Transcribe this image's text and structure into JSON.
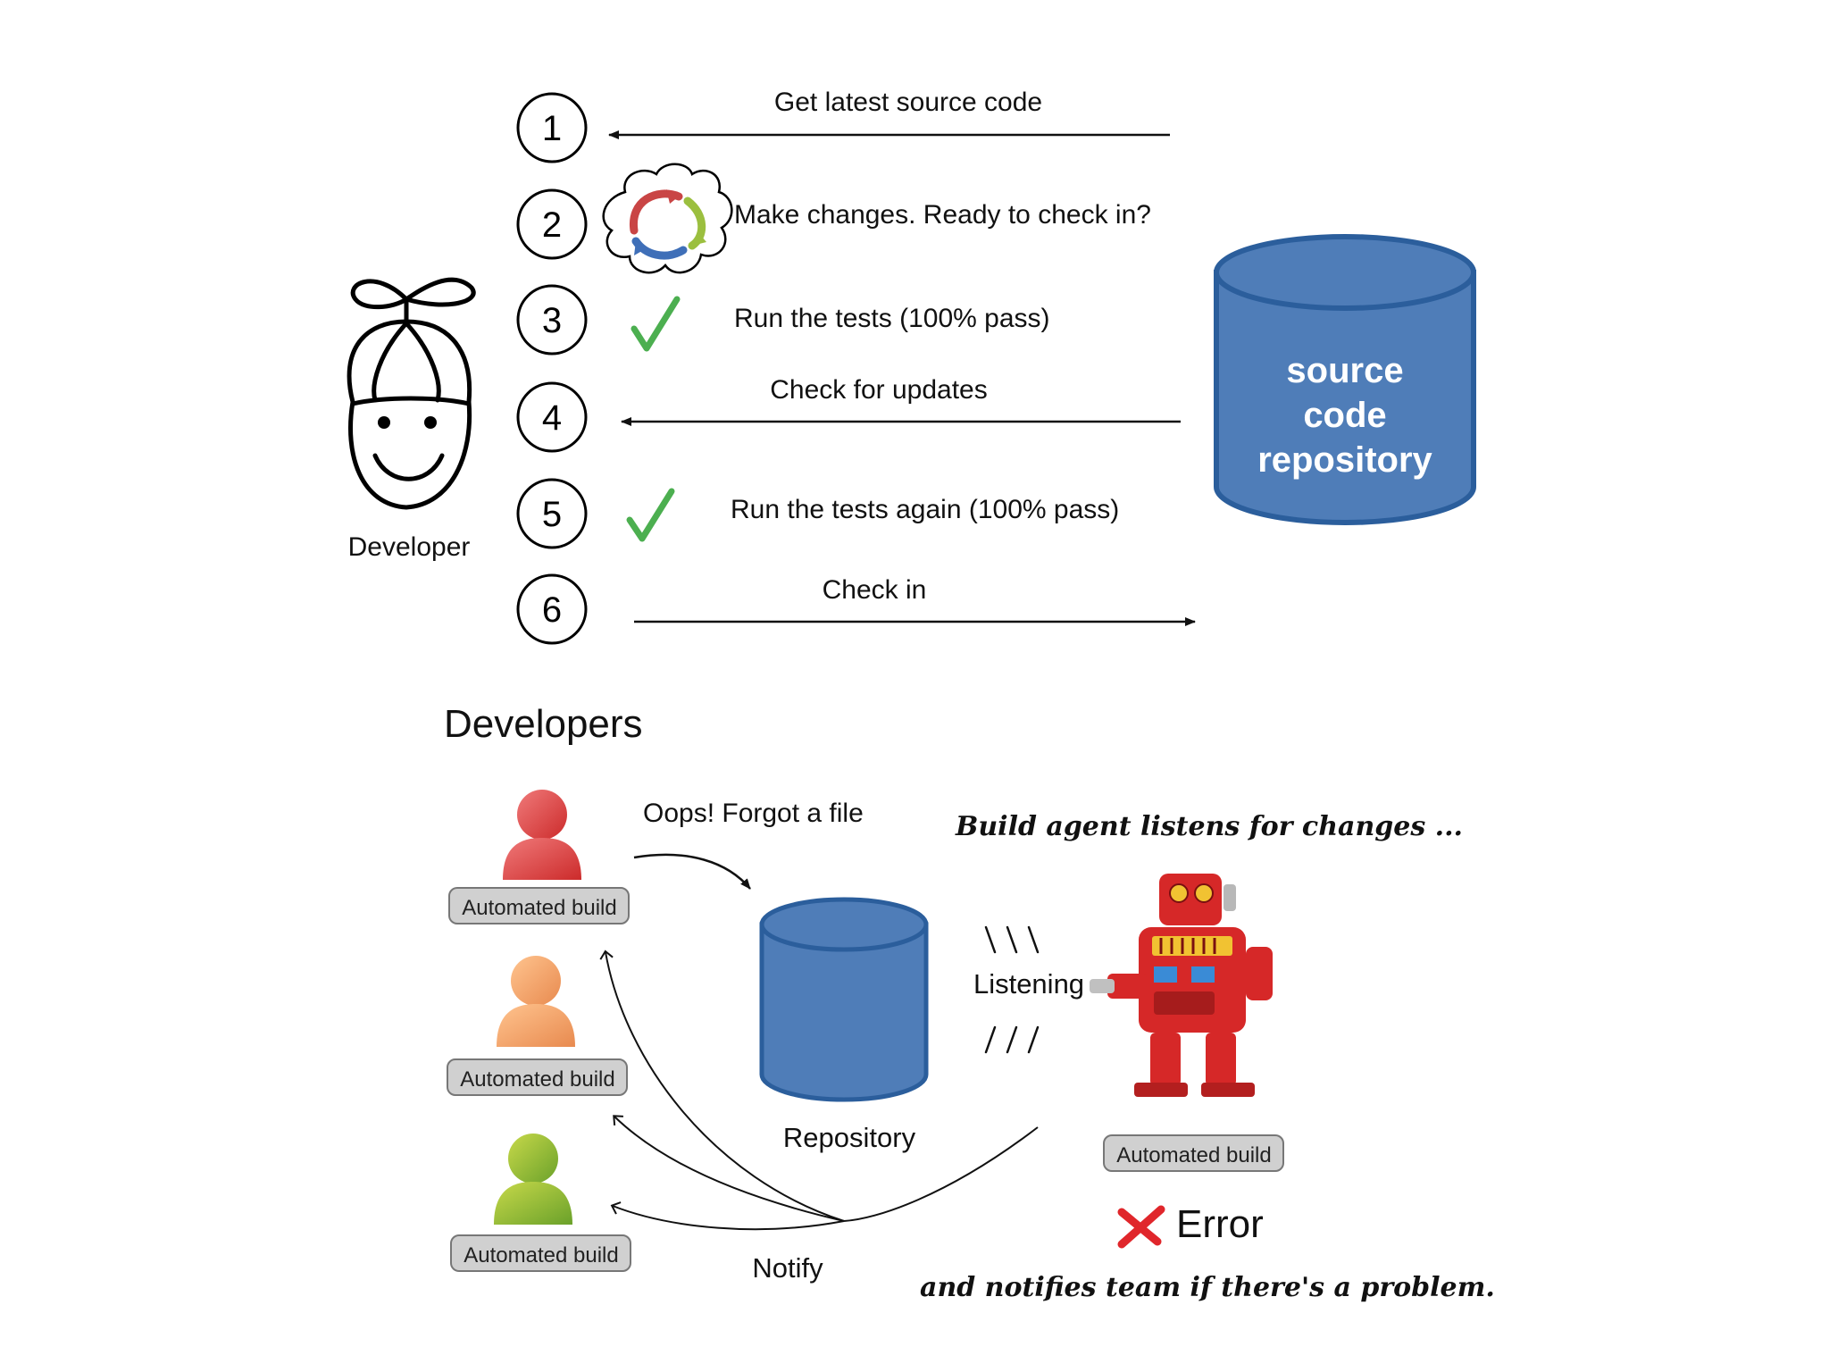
{
  "top": {
    "developer_label": "Developer",
    "steps": [
      {
        "num": "1",
        "text": "Get latest source code"
      },
      {
        "num": "2",
        "text": "Make changes. Ready to check in?"
      },
      {
        "num": "3",
        "text": "Run the tests (100% pass)"
      },
      {
        "num": "4",
        "text": "Check for updates"
      },
      {
        "num": "5",
        "text": "Run the tests again (100% pass)"
      },
      {
        "num": "6",
        "text": "Check in"
      }
    ],
    "repo_lines": [
      "source",
      "code",
      "repository"
    ]
  },
  "bottom": {
    "title": "Developers",
    "dev_badge": "Automated build",
    "oops": "Oops! Forgot a file",
    "build_agent_caption": "Build agent listens for changes ...",
    "repository_label": "Repository",
    "listening_label": "Listening",
    "robot_badge": "Automated build",
    "error_label": "Error",
    "notify_label": "Notify",
    "notifies_caption": "and notifies team if there's a problem."
  },
  "colors": {
    "repo_fill": "#4f7db8",
    "repo_stroke": "#2b5e9c",
    "check_green": "#4caf50",
    "error_red": "#e0262b",
    "dev_red": "#e05555",
    "dev_orange": "#f2a36b",
    "dev_green": "#8ab833",
    "robot_red": "#d62828",
    "badge_fill": "#d0d0d0"
  }
}
